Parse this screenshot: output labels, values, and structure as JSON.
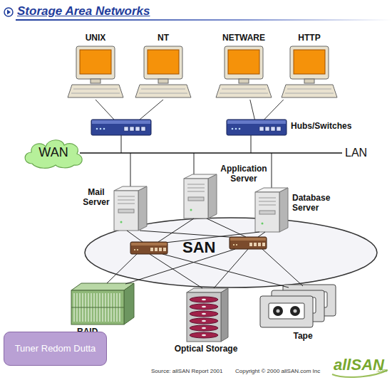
{
  "diagram": {
    "title": "Storage Area Networks",
    "nodes": [
      {
        "text": [
          "UNIX"
        ]
      },
      {
        "text": [
          "NT"
        ]
      },
      {
        "text": [
          "NETWARE"
        ]
      },
      {
        "text": [
          "HTTP"
        ]
      },
      {
        "text": [
          "Hubs/Switches"
        ]
      },
      {
        "text": [
          "WAN"
        ]
      },
      {
        "text": [
          "Mail Server"
        ]
      },
      {
        "text": [
          "Application Server"
        ]
      },
      {
        "text": [
          "Database Server"
        ]
      },
      {
        "text": [
          "SAN"
        ]
      },
      {
        "text": [
          "RAID"
        ]
      },
      {
        "text": [
          "Optical Storage"
        ]
      },
      {
        "text": [
          "Tape"
        ]
      }
    ],
    "edges": [
      {
        "from": 2,
        "to": 4,
        "arrow": "none"
      },
      {
        "from": 3,
        "to": 4,
        "arrow": "none"
      }
    ],
    "labels": [
      "LAN",
      "Tuner Redom Dutta",
      "Source: allSAN Report 2001",
      "Copyright © 2000 allSAN.com Inc",
      "allSAN",
      ".com"
    ]
  }
}
